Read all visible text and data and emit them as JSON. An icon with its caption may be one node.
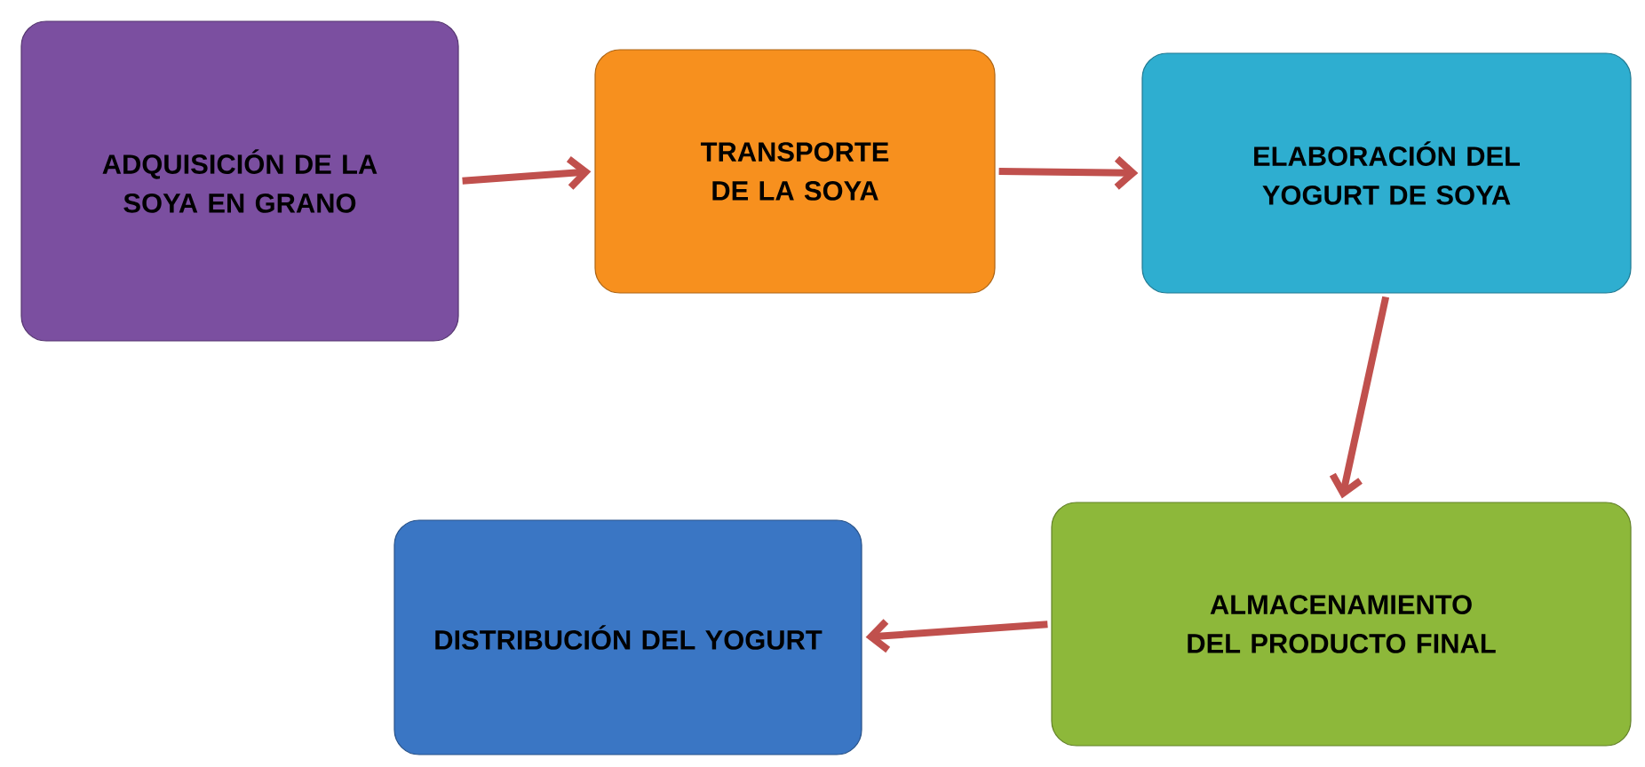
{
  "diagram": {
    "nodes": [
      {
        "text": [
          "ADQUISICIÓN DE LA SOYA EN GRANO"
        ]
      },
      {
        "text": [
          "TRANSPORTE DE LA SOYA"
        ]
      },
      {
        "text": [
          "ELABORACIÓN DEL YOGURT DE SOYA"
        ]
      },
      {
        "text": [
          "ALMACENAMIENTO DEL PRODUCTO FINAL"
        ]
      },
      {
        "text": [
          "DISTRIBUCIÓN DEL YOGURT"
        ]
      }
    ],
    "edges": [
      {
        "from": 0,
        "to": 1,
        "arrow": "to"
      },
      {
        "from": 1,
        "to": 2,
        "arrow": "to"
      },
      {
        "from": 2,
        "to": 3,
        "arrow": "to"
      },
      {
        "from": 3,
        "to": 4,
        "arrow": "to"
      }
    ]
  }
}
